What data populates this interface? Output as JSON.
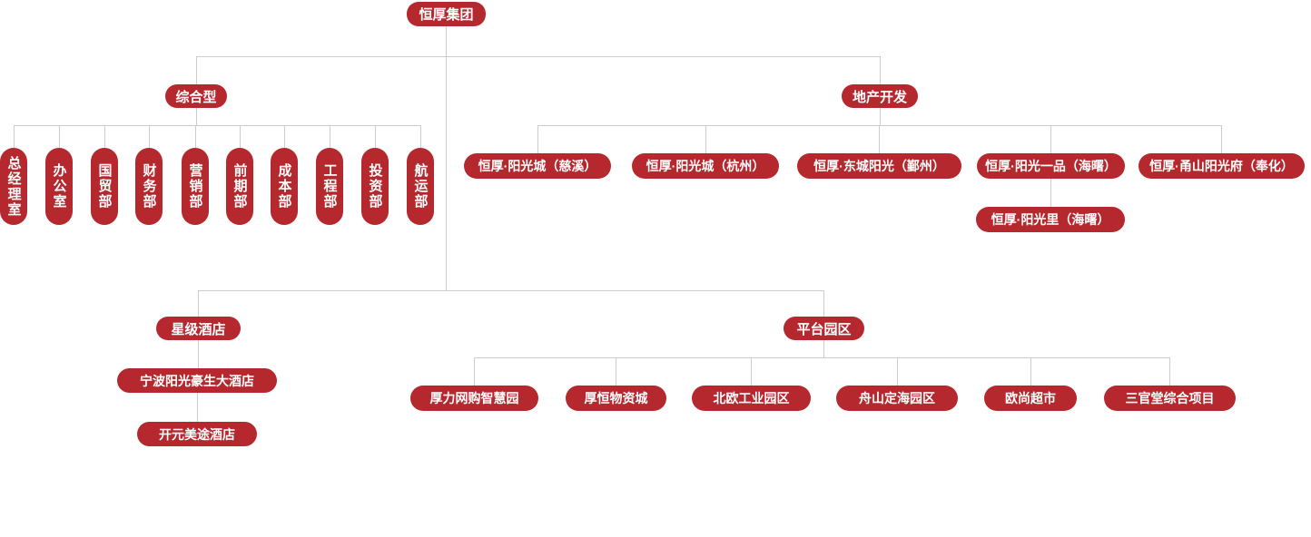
{
  "colors": {
    "node": "#B4282E",
    "text": "#FFFFFF",
    "line": "#CCCCCC",
    "background": "#FFFFFF"
  },
  "root": {
    "label": "恒厚集团"
  },
  "categories": {
    "comprehensive": "综合型",
    "real_estate": "地产开发",
    "hotels": "星级酒店",
    "platform": "平台园区"
  },
  "departments": [
    "总经理室",
    "办公室",
    "国贸部",
    "财务部",
    "营销部",
    "前期部",
    "成本部",
    "工程部",
    "投资部",
    "航运部"
  ],
  "real_estate_projects": [
    "恒厚·阳光城（慈溪）",
    "恒厚·阳光城（杭州）",
    "恒厚·东城阳光（鄞州）",
    "恒厚·阳光一品（海曙）",
    "恒厚·甬山阳光府（奉化）"
  ],
  "real_estate_projects_row2": [
    "恒厚·阳光里（海曙）"
  ],
  "hotel_projects": [
    "宁波阳光豪生大酒店",
    "开元美途酒店"
  ],
  "platform_projects": [
    "厚力网购智慧园",
    "厚恒物资城",
    "北欧工业园区",
    "舟山定海园区",
    "欧尚超市",
    "三官堂综合项目"
  ]
}
